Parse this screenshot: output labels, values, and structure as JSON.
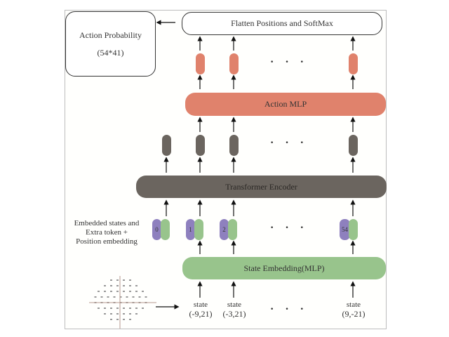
{
  "diagram": {
    "output_box": {
      "title": "Action Probability",
      "shape": "(54*41)"
    },
    "flatten_box": {
      "label": "Flatten Positions and SoftMax"
    },
    "action_mlp": {
      "label": "Action MLP"
    },
    "transformer": {
      "label": "Transformer Encoder"
    },
    "state_embedding": {
      "label": "State Embedding(MLP)"
    },
    "embedding_caption": {
      "line1": "Embedded states and",
      "line2": "Extra token +",
      "line3": "Position embedding"
    },
    "position_tokens": [
      "0",
      "1",
      "2",
      "54"
    ],
    "ellipsis": "· · ·",
    "states": [
      {
        "word": "state",
        "coord": "(-9,21)"
      },
      {
        "word": "state",
        "coord": "(-3,21)"
      },
      {
        "word": "state",
        "coord": "(9,-21)"
      }
    ],
    "grid_icon": "board-position-grid",
    "colors": {
      "action": "#e0826c",
      "transformer": "#6b655f",
      "embedding": "#98c48c",
      "position": "#8e80be"
    }
  }
}
